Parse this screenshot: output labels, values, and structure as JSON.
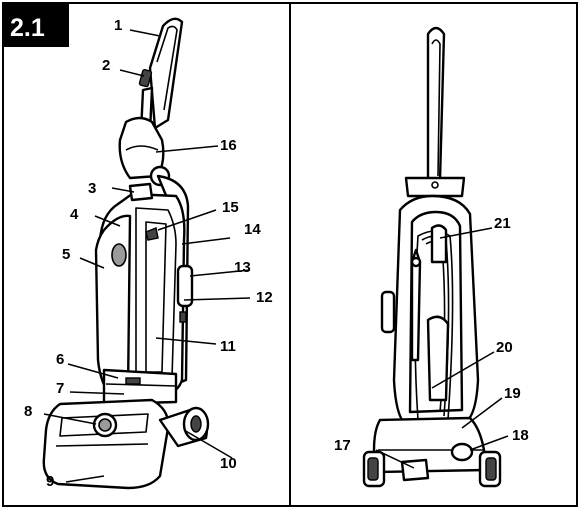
{
  "figure": {
    "badge": "2.1",
    "colors": {
      "ink": "#000000",
      "paper": "#ffffff",
      "shade": "#9a9a9a"
    }
  },
  "callouts": [
    {
      "id": "1",
      "label": "1"
    },
    {
      "id": "2",
      "label": "2"
    },
    {
      "id": "3",
      "label": "3"
    },
    {
      "id": "4",
      "label": "4"
    },
    {
      "id": "5",
      "label": "5"
    },
    {
      "id": "6",
      "label": "6"
    },
    {
      "id": "7",
      "label": "7"
    },
    {
      "id": "8",
      "label": "8"
    },
    {
      "id": "9",
      "label": "9"
    },
    {
      "id": "10",
      "label": "10"
    },
    {
      "id": "11",
      "label": "11"
    },
    {
      "id": "12",
      "label": "12"
    },
    {
      "id": "13",
      "label": "13"
    },
    {
      "id": "14",
      "label": "14"
    },
    {
      "id": "15",
      "label": "15"
    },
    {
      "id": "16",
      "label": "16"
    },
    {
      "id": "17",
      "label": "17"
    },
    {
      "id": "18",
      "label": "18"
    },
    {
      "id": "19",
      "label": "19"
    },
    {
      "id": "20",
      "label": "20"
    },
    {
      "id": "21",
      "label": "21"
    }
  ]
}
